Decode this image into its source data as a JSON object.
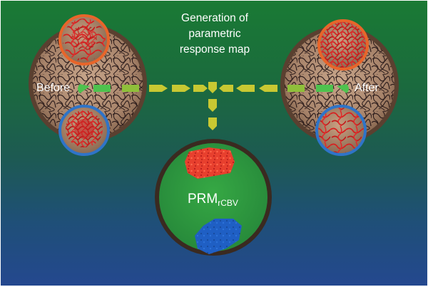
{
  "title": {
    "line1": "Generation of",
    "line2": "parametric",
    "line3": "response map"
  },
  "labels": {
    "before": "Before",
    "after": "After",
    "prm_main": "PRM",
    "prm_sub": "rCBV"
  },
  "colors": {
    "background_top": "#1a7a34",
    "background_bottom": "#24488f",
    "tissue": "#b08e73",
    "tissue_rim": "#5a4030",
    "arrow": "#c8c832",
    "arrow_tip": "#4ec24e",
    "orange_ring": "#e8652a",
    "blue_ring": "#2f74c8",
    "prm_fill": "#2e9a3e",
    "prm_red": "#e83a2a",
    "prm_blue": "#1f5fc4"
  }
}
